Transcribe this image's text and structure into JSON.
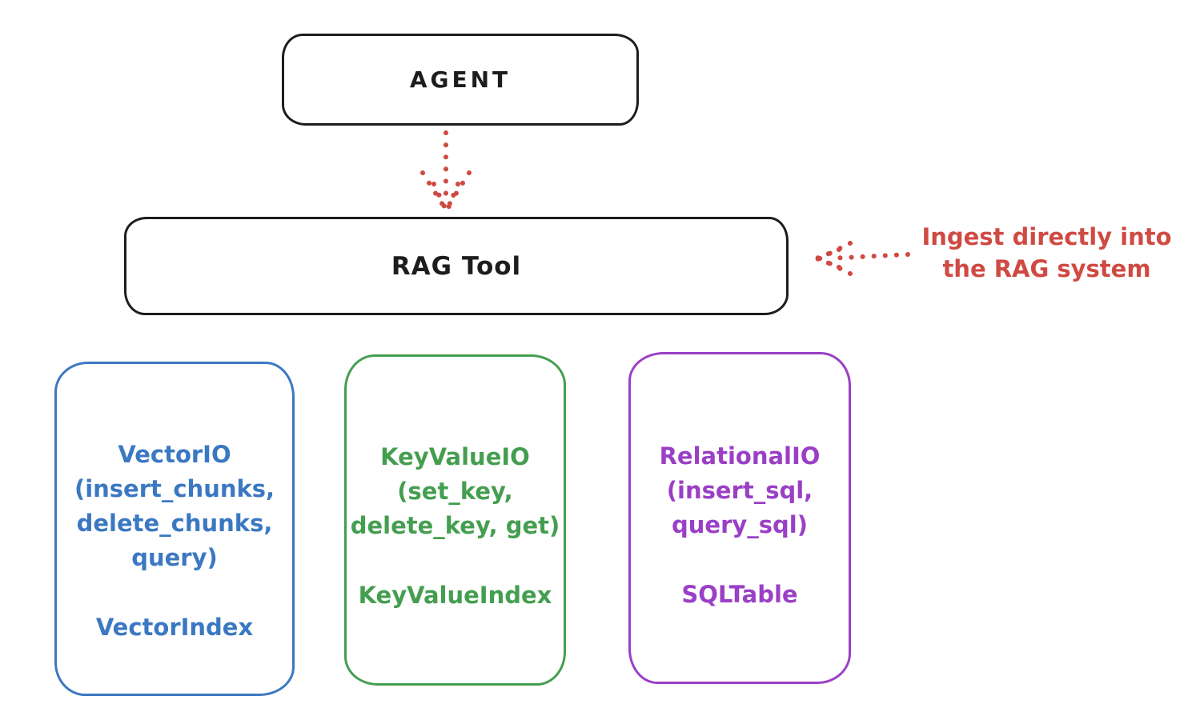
{
  "colors": {
    "background": "#ffffff",
    "ink": "#1d1d1d",
    "red": "#cf4a43",
    "blue": "#3b78c2",
    "green": "#449e4f",
    "purple": "#9a3fc6"
  },
  "nodes": {
    "agent": {
      "label": "AGENT"
    },
    "rag_tool": {
      "label": "RAG Tool"
    },
    "vector_io": {
      "lines": [
        "VectorIO",
        "(insert_chunks,",
        "delete_chunks,",
        "query)"
      ],
      "index_label": "VectorIndex"
    },
    "key_value_io": {
      "lines": [
        "KeyValueIO",
        "(set_key,",
        "delete_key, get)"
      ],
      "index_label": "KeyValueIndex"
    },
    "relational_io": {
      "lines": [
        "RelationalIO",
        "(insert_sql,",
        "query_sql)"
      ],
      "index_label": "SQLTable"
    }
  },
  "annotation": {
    "line1": "Ingest directly into",
    "line2": "the RAG system"
  }
}
